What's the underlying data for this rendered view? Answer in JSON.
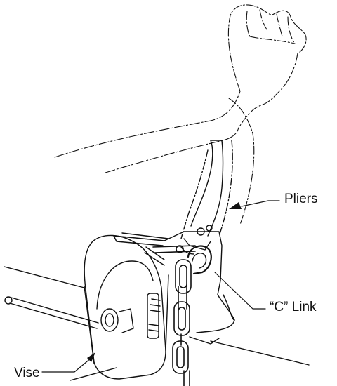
{
  "labels": {
    "pliers": "Pliers",
    "c_link": "“C” Link",
    "vise": "Vise"
  },
  "colors": {
    "ink": "#111111",
    "background": "#ffffff"
  }
}
